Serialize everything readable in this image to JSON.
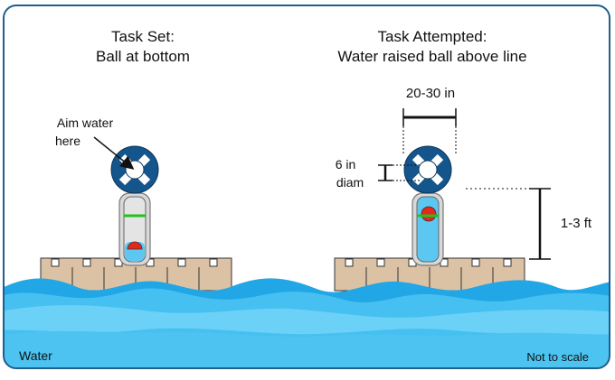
{
  "panels": {
    "left": {
      "title_line1": "Task Set:",
      "title_line2": "Ball at bottom",
      "callout_line1": "Aim water",
      "callout_line2": "here"
    },
    "right": {
      "title_line1": "Task Attempted:",
      "title_line2": "Water raised ball above line",
      "width_label": "20-30 in",
      "diam_line1": "6 in",
      "diam_line2": "diam",
      "height_label": "1-3 ft"
    }
  },
  "footer": {
    "water_label": "Water",
    "scale_note": "Not to scale"
  },
  "colors": {
    "frame": "#1f5f8b",
    "ring_blue": "#14558c",
    "tube_water": "#5cc8f2",
    "ball_red": "#e8271c",
    "target_line_green": "#22c21d",
    "dock_tan": "#dcc2a5",
    "water_dark": "#21a6e6",
    "water_mid": "#46c0f0",
    "water_light": "#72d3f7"
  },
  "icons": {
    "target": "life-ring-icon",
    "ball": "ball-icon"
  }
}
